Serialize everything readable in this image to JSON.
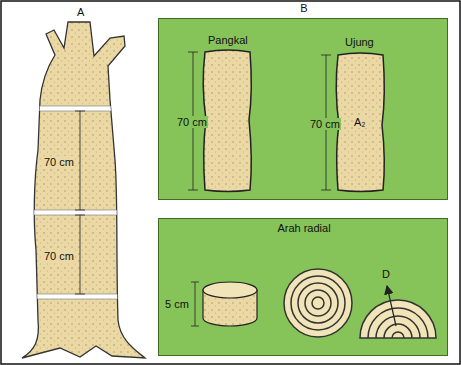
{
  "diagram": {
    "nodes": [
      {
        "text": [
          "B"
        ]
      },
      {
        "text": [
          "Arah radial"
        ]
      }
    ],
    "labels": [
      "A",
      "70 cm",
      "70 cm",
      "Pangkal",
      "Ujung",
      "70 cm",
      "70 cm",
      "A₂",
      "5 cm",
      "D"
    ]
  }
}
